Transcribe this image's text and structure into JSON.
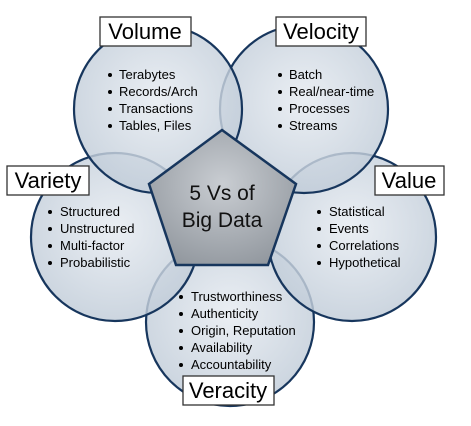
{
  "center": {
    "line1": "5 Vs of",
    "line2": "Big Data"
  },
  "vs": [
    {
      "id": "volume",
      "label": "Volume",
      "items": [
        "Terabytes",
        "Records/Arch",
        "Transactions",
        "Tables, Files"
      ]
    },
    {
      "id": "velocity",
      "label": "Velocity",
      "items": [
        "Batch",
        "Real/near-time",
        "Processes",
        "Streams"
      ]
    },
    {
      "id": "variety",
      "label": "Variety",
      "items": [
        "Structured",
        "Unstructured",
        "Multi-factor",
        "Probabilistic"
      ]
    },
    {
      "id": "value",
      "label": "Value",
      "items": [
        "Statistical",
        "Events",
        "Correlations",
        "Hypothetical"
      ]
    },
    {
      "id": "veracity",
      "label": "Veracity",
      "items": [
        "Trustworthiness",
        "Authenticity",
        "Origin, Reputation",
        "Availability",
        "Accountability"
      ]
    }
  ],
  "colors": {
    "circle_fill_light": "#dfe6ee",
    "circle_fill_dark": "#c2cdd9",
    "circle_stroke": "#17365d",
    "pentagon_fill_light": "#c0c4c9",
    "pentagon_fill_dark": "#8f959c"
  }
}
